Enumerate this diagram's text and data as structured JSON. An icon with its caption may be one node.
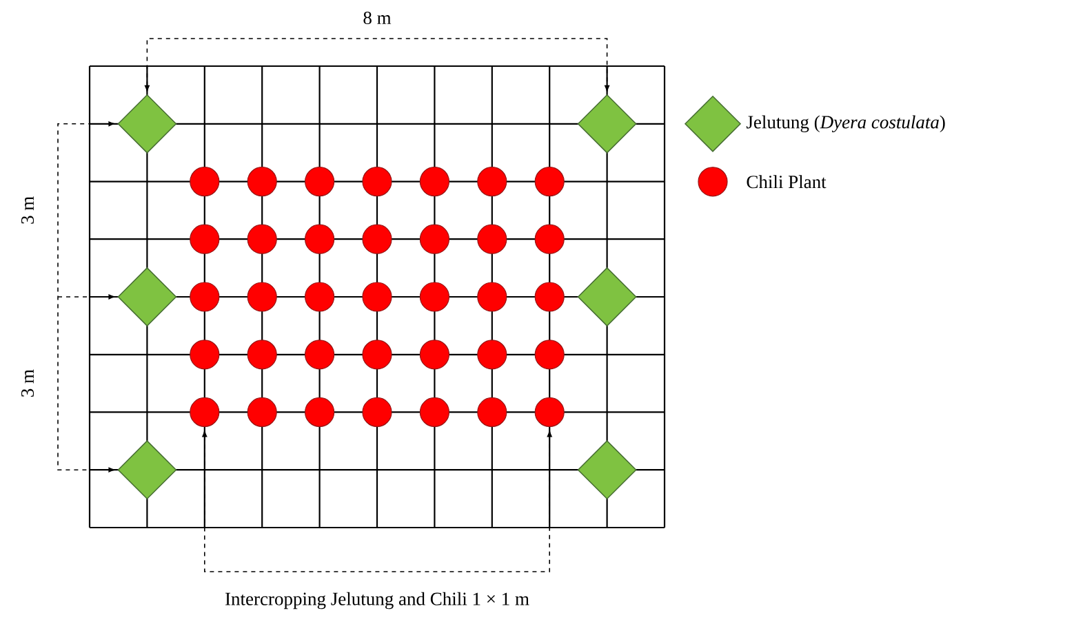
{
  "diagram": {
    "caption": "Intercropping Jelutung and Chili 1 × 1 m",
    "labels": [
      "8 m",
      "3 m",
      "3 m"
    ],
    "legend": [
      {
        "text": "Jelutung (*Dyera costulata*)"
      },
      {
        "text": "Chili Plant"
      }
    ]
  }
}
